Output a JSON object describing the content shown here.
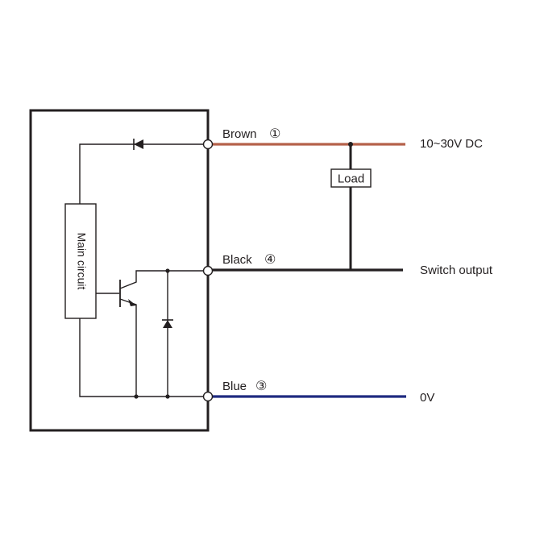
{
  "diagram": {
    "type": "sensor-wiring",
    "terminals": [
      {
        "wire_label": "Brown",
        "pin": "①",
        "signal": "10~30V DC",
        "color": "#b5614a"
      },
      {
        "wire_label": "Black",
        "pin": "④",
        "signal": "Switch output",
        "color": "#231f20"
      },
      {
        "wire_label": "Blue",
        "pin": "③",
        "signal": "0V",
        "color": "#1f2a80"
      }
    ],
    "load_label": "Load",
    "main_circuit_label": "Main circuit",
    "colors": {
      "line": "#231f20",
      "brown_wire": "#b5614a",
      "blue_wire": "#1f2a80",
      "background": "#ffffff"
    }
  }
}
